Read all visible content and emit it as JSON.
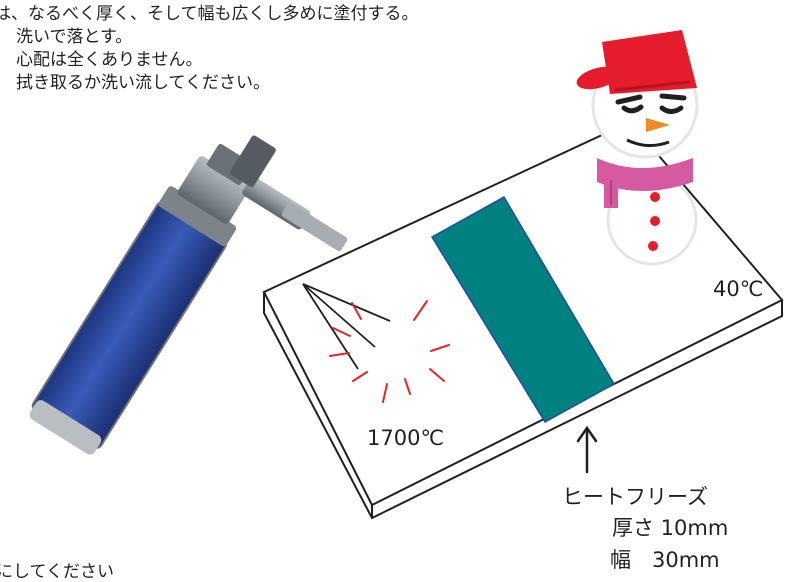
{
  "instructions": {
    "lines": [
      "は、なるべく厚く、そして幅も広くし多めに塗付する。",
      "洗いで落とす。",
      "心配は全くありません。",
      "拭き取るか洗い流してください。"
    ],
    "bottom_partial": "にしてください"
  },
  "labels": {
    "temp_cold": "40℃",
    "temp_hot": "1700℃",
    "product_name": "ヒートフリーズ",
    "thickness": "厚さ 10mm",
    "width": "幅　30mm"
  },
  "colors": {
    "gel_strip": "#008080",
    "flame": "#e3262a",
    "can_body": "#2a4a9e",
    "snowman_hat": "#e51c2c",
    "scarf": "#d55aa2",
    "outline": "#231f20"
  },
  "icons": {
    "torch": "gas-torch-icon",
    "snowman": "snowman-icon",
    "arrow": "up-arrow-icon"
  }
}
